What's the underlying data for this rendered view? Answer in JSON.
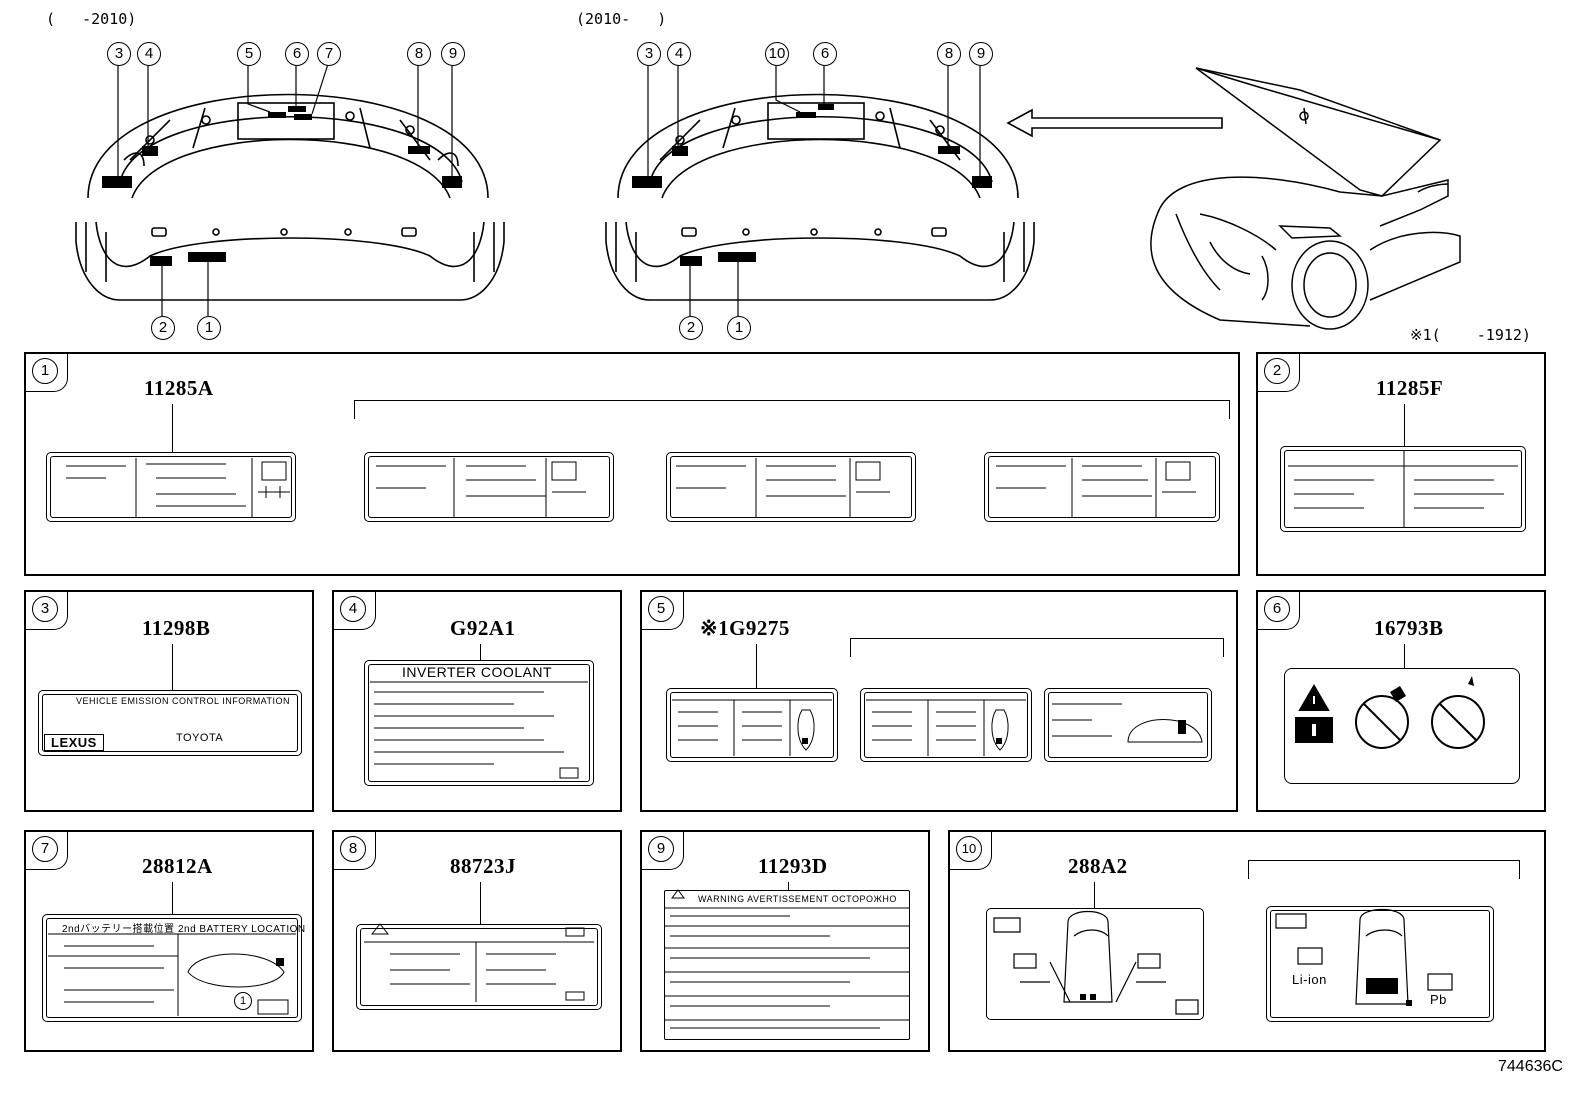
{
  "top": {
    "range_left": "(   -2010)",
    "range_mid": "(2010-   )",
    "note_1912": "※1(    -1912)",
    "left_callouts": [
      "3",
      "4",
      "5",
      "6",
      "7",
      "8",
      "9"
    ],
    "mid_callouts": [
      "3",
      "4",
      "10",
      "6",
      "8",
      "9"
    ],
    "bottom_callouts": [
      "2",
      "1"
    ]
  },
  "panels": [
    {
      "num": "1",
      "code": "11285A"
    },
    {
      "num": "2",
      "code": "11285F"
    },
    {
      "num": "3",
      "code": "11298B",
      "label_text": "VEHICLE EMISSION CONTROL INFORMATION",
      "brand": "LEXUS",
      "maker": "TOYOTA"
    },
    {
      "num": "4",
      "code": "G92A1",
      "label_text": "INVERTER COOLANT"
    },
    {
      "num": "5",
      "code": "※1G9275"
    },
    {
      "num": "6",
      "code": "16793B"
    },
    {
      "num": "7",
      "code": "28812A",
      "label_text": "2ndバッテリー搭載位置    2nd BATTERY LOCATION"
    },
    {
      "num": "8",
      "code": "88723J"
    },
    {
      "num": "9",
      "code": "11293D",
      "label_text": "WARNING AVERTISSEMENT OCTOPOЖHO"
    },
    {
      "num": "10",
      "code": "288A2",
      "li": "Li-ion",
      "pb": "Pb"
    }
  ],
  "footer": {
    "code": "744636C"
  }
}
